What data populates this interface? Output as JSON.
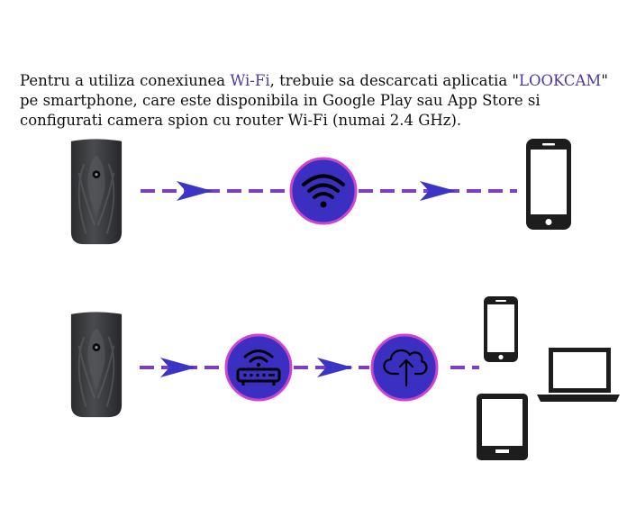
{
  "intro": {
    "part1": "Pentru a utiliza conexiunea ",
    "wifi": "Wi-Fi",
    "part2": ", trebuie sa descarcati aplicatia \"",
    "app": "LOOKCAM",
    "part3": "\" pe smartphone, care este disponibila in Google Play sau App Store si configurati camera spion cu router Wi-Fi (numai 2.4 GHz)."
  },
  "colors": {
    "dash": "#7b3fc0",
    "arrow": "#3b34c4",
    "badge_fill": "#3a2fc0",
    "badge_ring": "#cc44cc",
    "device": "#1d1d1d",
    "camera": "#3a3b3d"
  },
  "diagram": {
    "direct_connection": [
      "camera",
      "wifi-icon",
      "smartphone-icon"
    ],
    "router_connection": [
      "camera",
      "router-icon",
      "cloud-upload-icon",
      [
        "smartphone-icon",
        "laptop-icon",
        "tablet-icon"
      ]
    ]
  }
}
